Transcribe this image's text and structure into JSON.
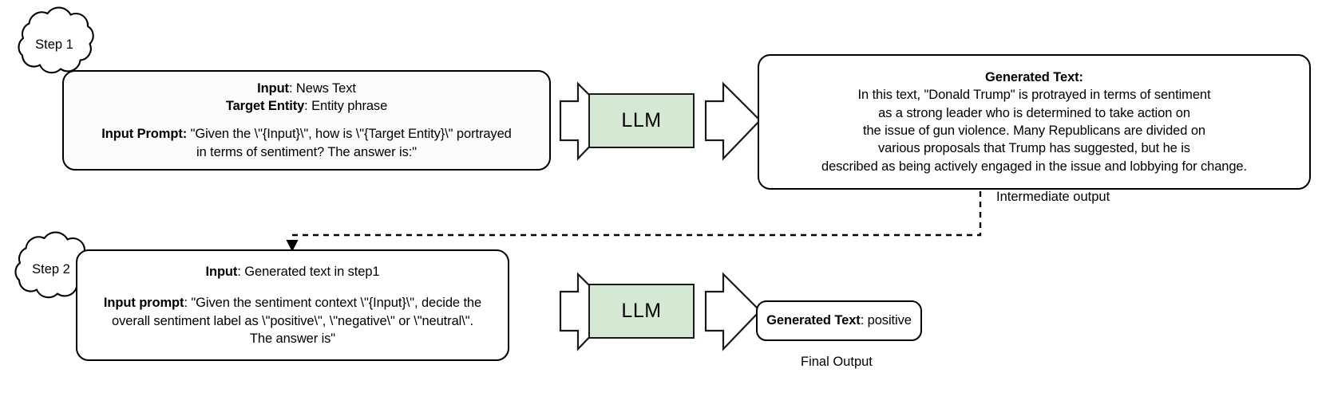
{
  "diagram": {
    "title": "Two-step LLM sentiment prompting pipeline",
    "colors": {
      "llm_fill": "#d5e8d4",
      "llm_stroke": "#1a1a1a",
      "box_fill": "#fbfbfb",
      "box_stroke": "#000000",
      "line": "#000000"
    }
  },
  "step1": {
    "cloud_label": "Step 1",
    "prompt_box": {
      "line1_bold": "Input",
      "line1_rest": ": News Text",
      "line2_bold": "Target Entity",
      "line2_rest": ": Entity phrase",
      "line3_bold": "Input Prompt:",
      "line3_rest": " \"Given the \\\"{Input}\\\", how is \\\"{Target Entity}\\\" portrayed",
      "line4": "in terms of sentiment? The answer is:\""
    },
    "llm_label": "LLM",
    "output_box": {
      "heading": "Generated Text:",
      "line1": "In this text, \"Donald Trump\" is protrayed in terms of sentiment",
      "line2": "as a strong leader who is determined to take action on",
      "line3": "the issue of gun violence. Many Republicans are divided on",
      "line4": "various proposals that Trump has suggested, but he is",
      "line5": "described as being actively engaged in the issue and lobbying for change."
    },
    "intermediate_caption": "Intermediate output"
  },
  "step2": {
    "cloud_label": "Step 2",
    "prompt_box": {
      "line1_bold": "Input",
      "line1_rest": ": Generated text in step1",
      "line2_bold": "Input prompt",
      "line2_rest": ": \"Given the sentiment context \\\"{Input}\\\", decide the",
      "line3": "overall sentiment label as \\\"positive\\\", \\\"negative\\\" or \\\"neutral\\\".",
      "line4": "The answer is\""
    },
    "llm_label": "LLM",
    "output_box": {
      "bold": "Generated Text",
      "rest": ": positive"
    },
    "final_caption": "Final Output"
  },
  "icons": {
    "block_arrow": "block-arrow-right",
    "dashed_connector": "dashed-feedback-connector",
    "cloud": "cloud-callout"
  }
}
